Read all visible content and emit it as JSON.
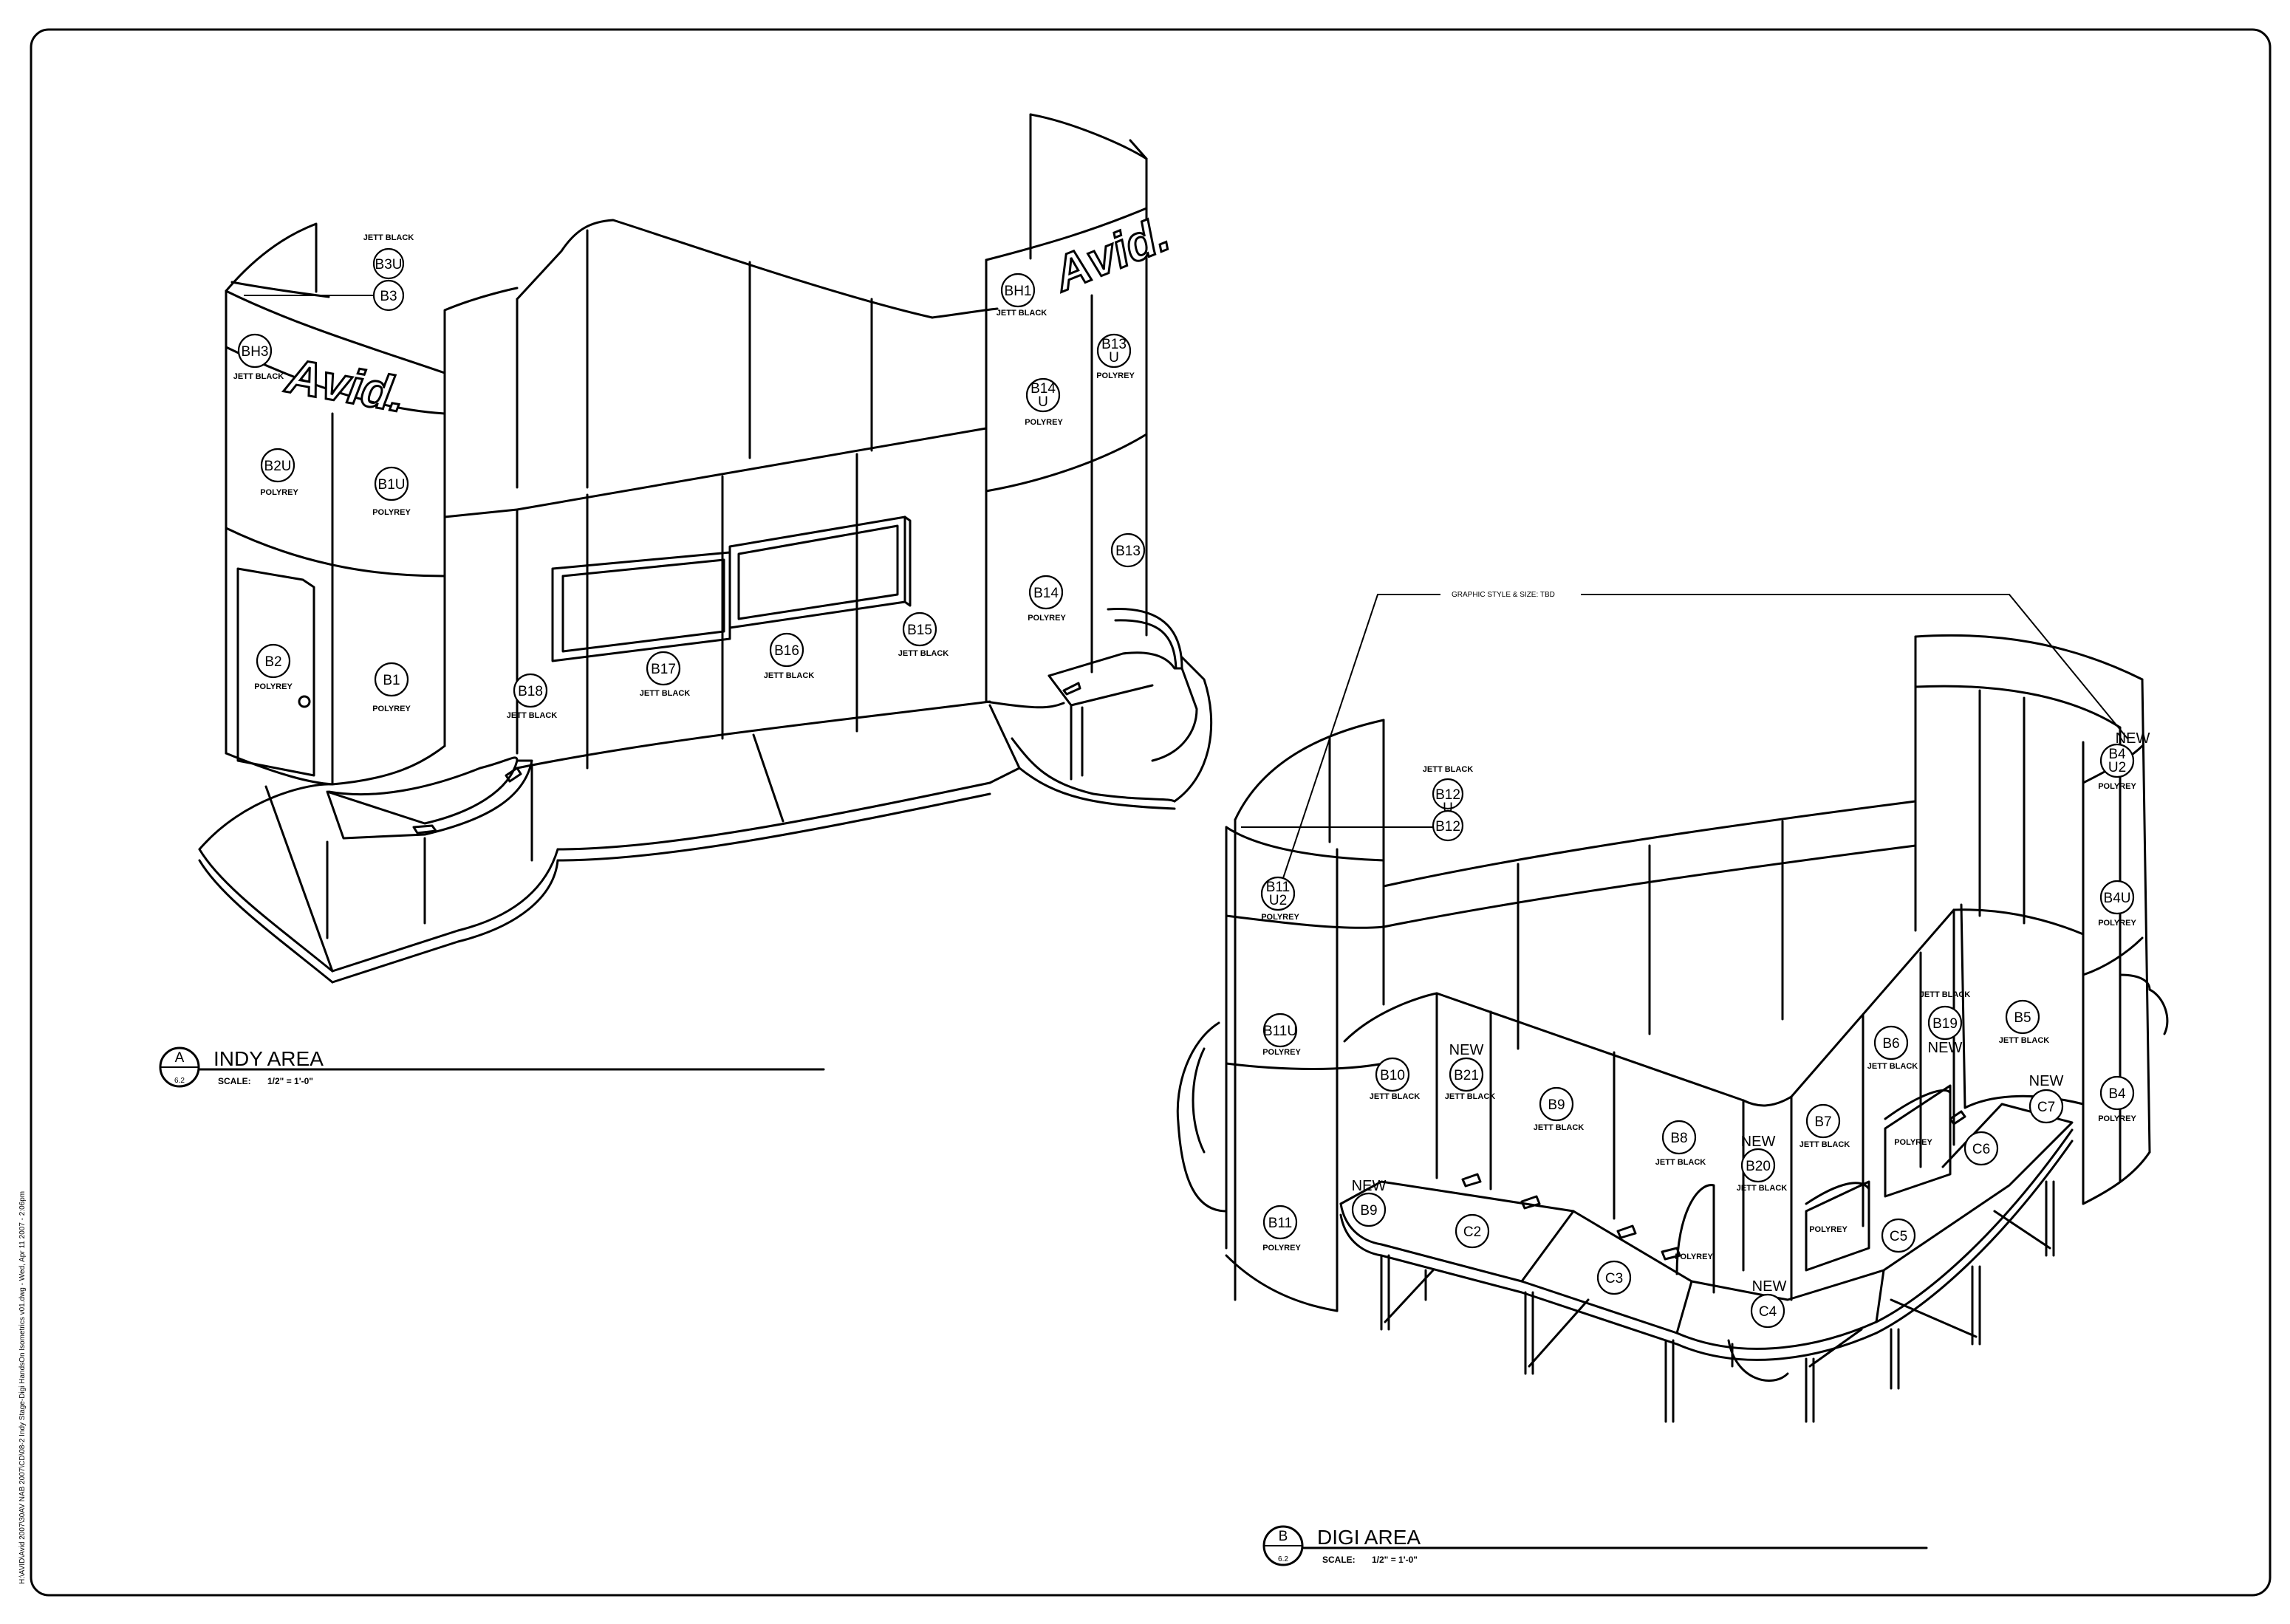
{
  "sidebar_path": "H:\\AVID\\Avid 2007\\30AV NAB 2007\\CD\\08-2 Indy Stage-Digi HandsOn Isometrics v01.dwg - Wed, Apr 11 2007 - 2:06pm",
  "brand": {
    "logo_text": "Avid."
  },
  "view_a": {
    "letter": "A",
    "sheet": "6.2",
    "title": "INDY AREA",
    "scale_label": "SCALE:",
    "scale_value": "1/2\" = 1'-0\"",
    "tags": [
      {
        "id": "B3U"
      },
      {
        "id": "B3"
      },
      {
        "id": "BH3"
      },
      {
        "id": "B2U"
      },
      {
        "id": "B1U"
      },
      {
        "id": "B2"
      },
      {
        "id": "B1"
      },
      {
        "id": "B18"
      },
      {
        "id": "B17"
      },
      {
        "id": "B16"
      },
      {
        "id": "B15"
      },
      {
        "id": "BH1"
      },
      {
        "id": "B14U"
      },
      {
        "id": "B13U"
      },
      {
        "id": "B14"
      },
      {
        "id": "B13"
      }
    ],
    "materials": {
      "b3_note": "JETT BLACK",
      "bh3": "JETT BLACK",
      "b2u": "POLYREY",
      "b1u": "POLYREY",
      "b2": "POLYREY",
      "b1": "POLYREY",
      "b18": "JETT BLACK",
      "b17": "JETT BLACK",
      "b16": "JETT BLACK",
      "b15": "JETT BLACK",
      "bh1": "JETT BLACK",
      "b14u": "POLYREY",
      "b13u": "POLYREY",
      "b14": "POLYREY"
    }
  },
  "view_b": {
    "letter": "B",
    "sheet": "6.2",
    "title": "DIGI AREA",
    "scale_label": "SCALE:",
    "scale_value": "1/2\" = 1'-0\"",
    "graphic_note": "GRAPHIC STYLE & SIZE: TBD",
    "new_label": "NEW",
    "tags": [
      {
        "id": "B12U"
      },
      {
        "id": "B12"
      },
      {
        "id": "B11U2"
      },
      {
        "id": "B11U"
      },
      {
        "id": "B11"
      },
      {
        "id": "B4U2"
      },
      {
        "id": "B4U"
      },
      {
        "id": "B4"
      },
      {
        "id": "B10"
      },
      {
        "id": "B21"
      },
      {
        "id": "B9"
      },
      {
        "id": "B8"
      },
      {
        "id": "B20"
      },
      {
        "id": "B7"
      },
      {
        "id": "B6"
      },
      {
        "id": "B19"
      },
      {
        "id": "B5"
      },
      {
        "id": "B9"
      },
      {
        "id": "C2"
      },
      {
        "id": "C3"
      },
      {
        "id": "C4"
      },
      {
        "id": "C5"
      },
      {
        "id": "C6"
      },
      {
        "id": "C7"
      }
    ],
    "materials": {
      "b12_note": "JETT BLACK",
      "b11u2": "POLYREY",
      "b11u": "POLYREY",
      "b11": "POLYREY",
      "b4u2": "POLYREY",
      "b4u": "POLYREY",
      "b4": "POLYREY",
      "b10": "JETT BLACK",
      "b21": "JETT BLACK",
      "b9": "JETT BLACK",
      "b8": "JETT BLACK",
      "b20": "JETT BLACK",
      "b7": "JETT BLACK",
      "b6": "JETT BLACK",
      "b19_top": "JETT BLACK",
      "b5": "JETT BLACK",
      "c2_side": "POLYREY",
      "c5_panel": "POLYREY",
      "c6_panel": "POLYREY"
    }
  }
}
